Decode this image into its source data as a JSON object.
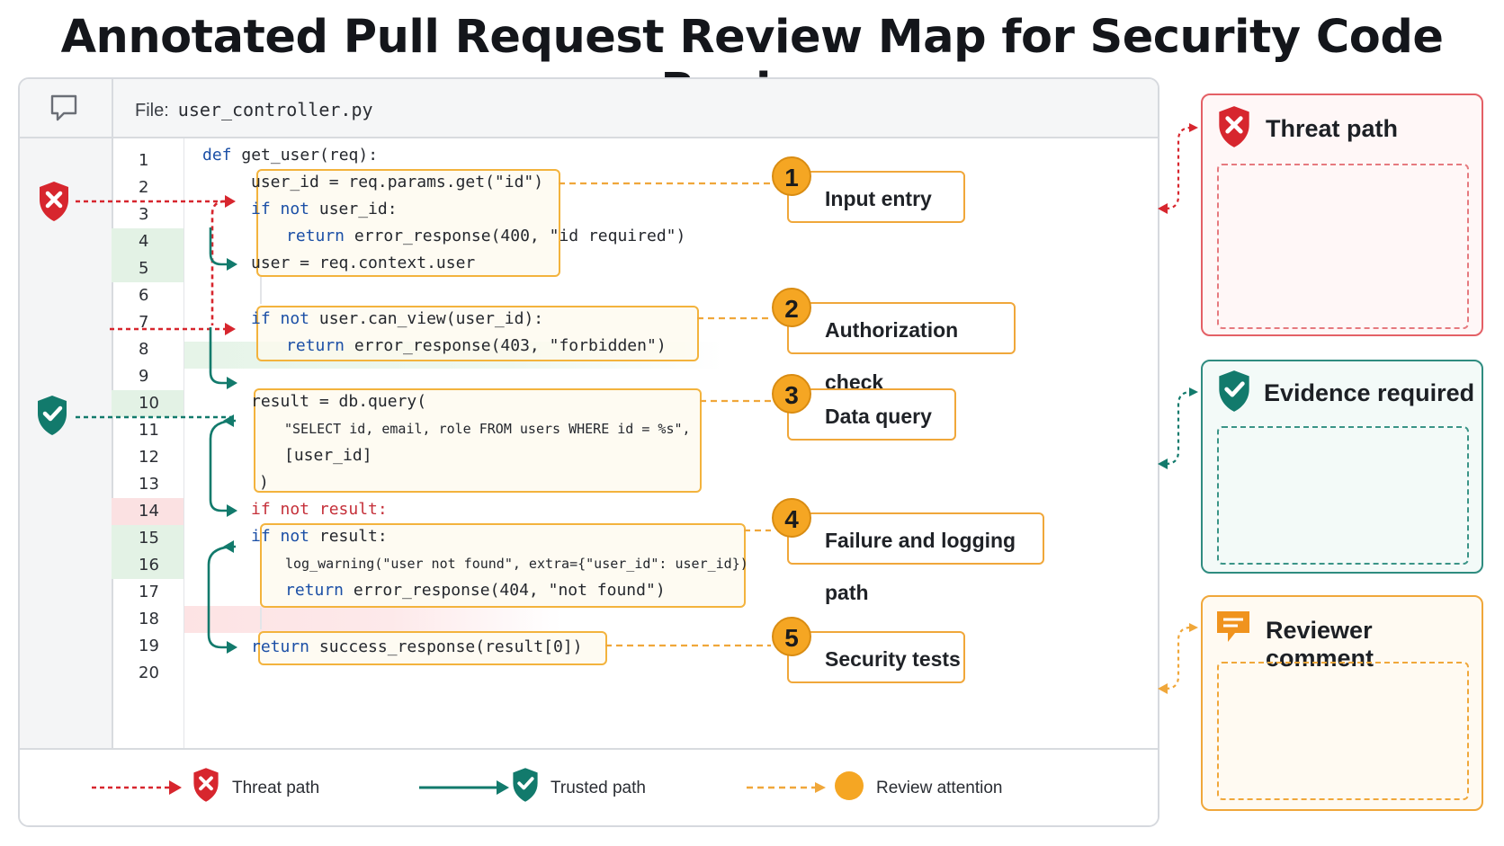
{
  "title": "Annotated Pull Request Review Map for Security Code Review",
  "file": {
    "label": "File:",
    "name": "user_controller.py"
  },
  "line_numbers": [
    "1",
    "2",
    "3",
    "4",
    "5",
    "6",
    "7",
    "8",
    "9",
    "10",
    "11",
    "12",
    "13",
    "14",
    "15",
    "16",
    "17",
    "18",
    "19",
    "20"
  ],
  "code": {
    "l1_kw": "def",
    "l1": " get_user(req):",
    "l2": "user_id = req.params.get(\"id\")",
    "l3_kw": "if not",
    "l3": " user_id:",
    "l4_kw": "return",
    "l4": " error_response(400, \"id required\")",
    "l5": "user = req.context.user",
    "l7_kw": "if not",
    "l7": " user.can_view(user_id):",
    "l8_kw": "return",
    "l8": " error_response(403, \"forbidden\")",
    "l10": "result = db.query(",
    "l11": "\"SELECT id, email, role FROM users WHERE id = %s\",",
    "l12": "[user_id]",
    "l13": ")",
    "l14": "if not result:",
    "l15_kw": "if not",
    "l15": " result:",
    "l16": "log_warning(\"user not found\", extra={\"user_id\": user_id})",
    "l17_kw": "return",
    "l17": " error_response(404, \"not found\")",
    "l19_kw": "return",
    "l19": " success_response(result[0])"
  },
  "callouts": [
    {
      "num": "1",
      "label": "Input entry"
    },
    {
      "num": "2",
      "label": "Authorization check"
    },
    {
      "num": "3",
      "label": "Data query"
    },
    {
      "num": "4",
      "label": "Failure and logging path"
    },
    {
      "num": "5",
      "label": "Security tests"
    }
  ],
  "panels": {
    "threat": "Threat path",
    "evidence": "Evidence required",
    "comment": "Reviewer comment"
  },
  "legend": {
    "threat": "Threat path",
    "trusted": "Trusted path",
    "review": "Review attention"
  },
  "colors": {
    "threat": "#d7262e",
    "trusted": "#127a6c",
    "attention": "#f5a623"
  }
}
